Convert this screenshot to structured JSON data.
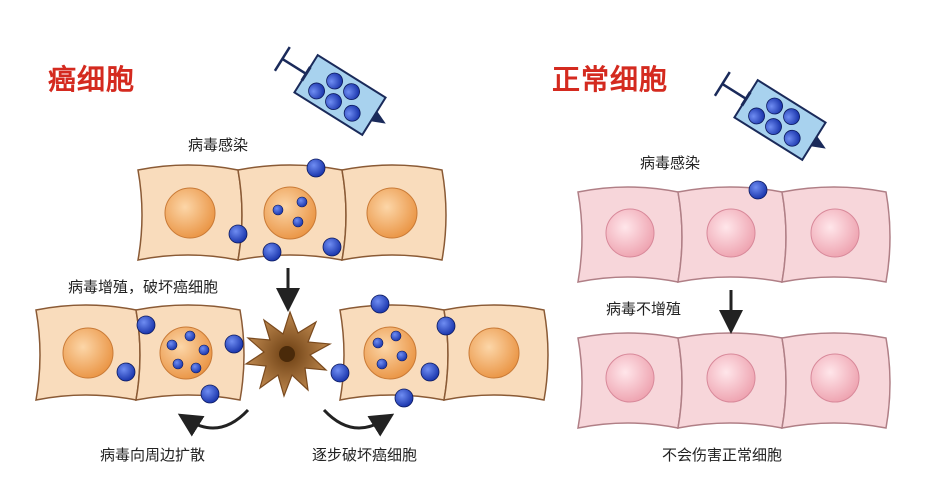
{
  "titles": {
    "cancer": "癌细胞",
    "normal": "正常细胞"
  },
  "labels": {
    "cancer_infection": "病毒感染",
    "replicate_destroy": "病毒增殖，破坏癌细胞",
    "spread": "病毒向周边扩散",
    "gradual_destroy": "逐步破坏癌细胞",
    "normal_infection": "病毒感染",
    "no_replication": "病毒不增殖",
    "no_harm": "不会伤害正常细胞"
  },
  "colors": {
    "title_red": "#d42a1f",
    "cancer_cell_fill": "#f9dcbc",
    "cancer_nucleus": "#f0a45c",
    "normal_cell_fill": "#f7d6da",
    "normal_nucleus": "#f2b3be",
    "virus_blue": "#1a3fb8",
    "syringe_fill": "#a8d2ee",
    "burst_brown": "#b8824a"
  }
}
